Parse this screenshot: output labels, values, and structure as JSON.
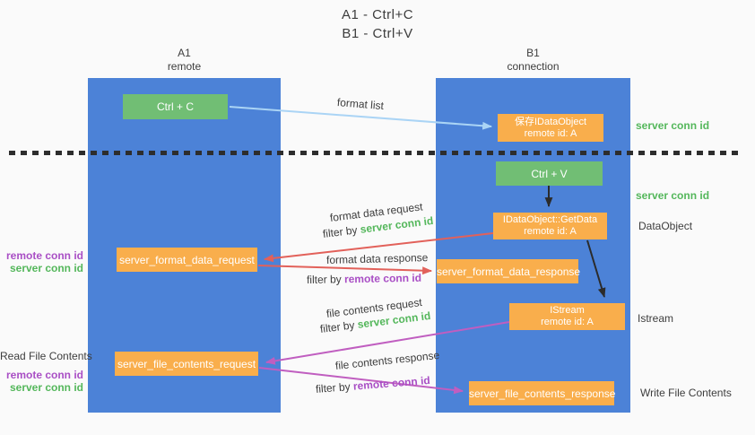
{
  "colors": {
    "bg": "#fafafa",
    "column-blue": "#4c82d7",
    "box-green": "#71be74",
    "box-orange": "#f9ae4c",
    "arrow-lightblue": "#aad4f5",
    "arrow-black": "#2b2b2b",
    "arrow-red": "#e2615a",
    "arrow-magenta": "#c05ec0",
    "text-dark": "#3d3d3d",
    "text-green": "#54b75b",
    "text-purple": "#a94fc5",
    "dotted-line": "#2d2d2d"
  },
  "title": {
    "line1": "A1 - Ctrl+C",
    "line2": "B1 - Ctrl+V"
  },
  "columns": {
    "left": {
      "name": "A1",
      "role": "remote"
    },
    "right": {
      "name": "B1",
      "role": "connection"
    }
  },
  "nodes": {
    "ctrl_c": {
      "label": "Ctrl + C"
    },
    "ctrl_v": {
      "label": "Ctrl + V"
    },
    "save_dataobject": {
      "line1": "保存IDataObject",
      "line2": "remote id: A"
    },
    "getdata": {
      "line1": "IDataObject::GetData",
      "line2": "remote id: A"
    },
    "istream": {
      "line1": "IStream",
      "line2": "remote id: A"
    },
    "server_format_data_request": {
      "label": "server_format_data_request"
    },
    "server_format_data_response": {
      "label": "server_format_data_response"
    },
    "server_file_contents_request": {
      "label": "server_file_contents_request"
    },
    "server_file_contents_response": {
      "label": "server_file_contents_response"
    }
  },
  "edge_labels": {
    "format_list": "format list",
    "format_data_request": "format data request",
    "filter_by_server_1": {
      "prefix": "filter by ",
      "value": "server conn id"
    },
    "format_data_response": "format data response",
    "filter_by_remote_1": {
      "prefix": "filter by ",
      "value": "remote conn id"
    },
    "file_contents_request": "file contents request",
    "filter_by_server_2": {
      "prefix": "filter by ",
      "value": "server conn id"
    },
    "file_contents_response": "file contents response",
    "filter_by_remote_2": {
      "prefix": "filter by ",
      "value": "remote conn id"
    }
  },
  "side_labels": {
    "server_conn_id_top": "server conn id",
    "server_conn_id_mid": "server conn id",
    "dataobject": "DataObject",
    "istream": "Istream",
    "write_file_contents": "Write File Contents",
    "read_file_contents": "Read File Contents",
    "remote_conn_id_1": "remote conn id",
    "server_conn_id_1": "server conn id",
    "remote_conn_id_2": "remote conn id",
    "server_conn_id_2": "server conn id"
  }
}
